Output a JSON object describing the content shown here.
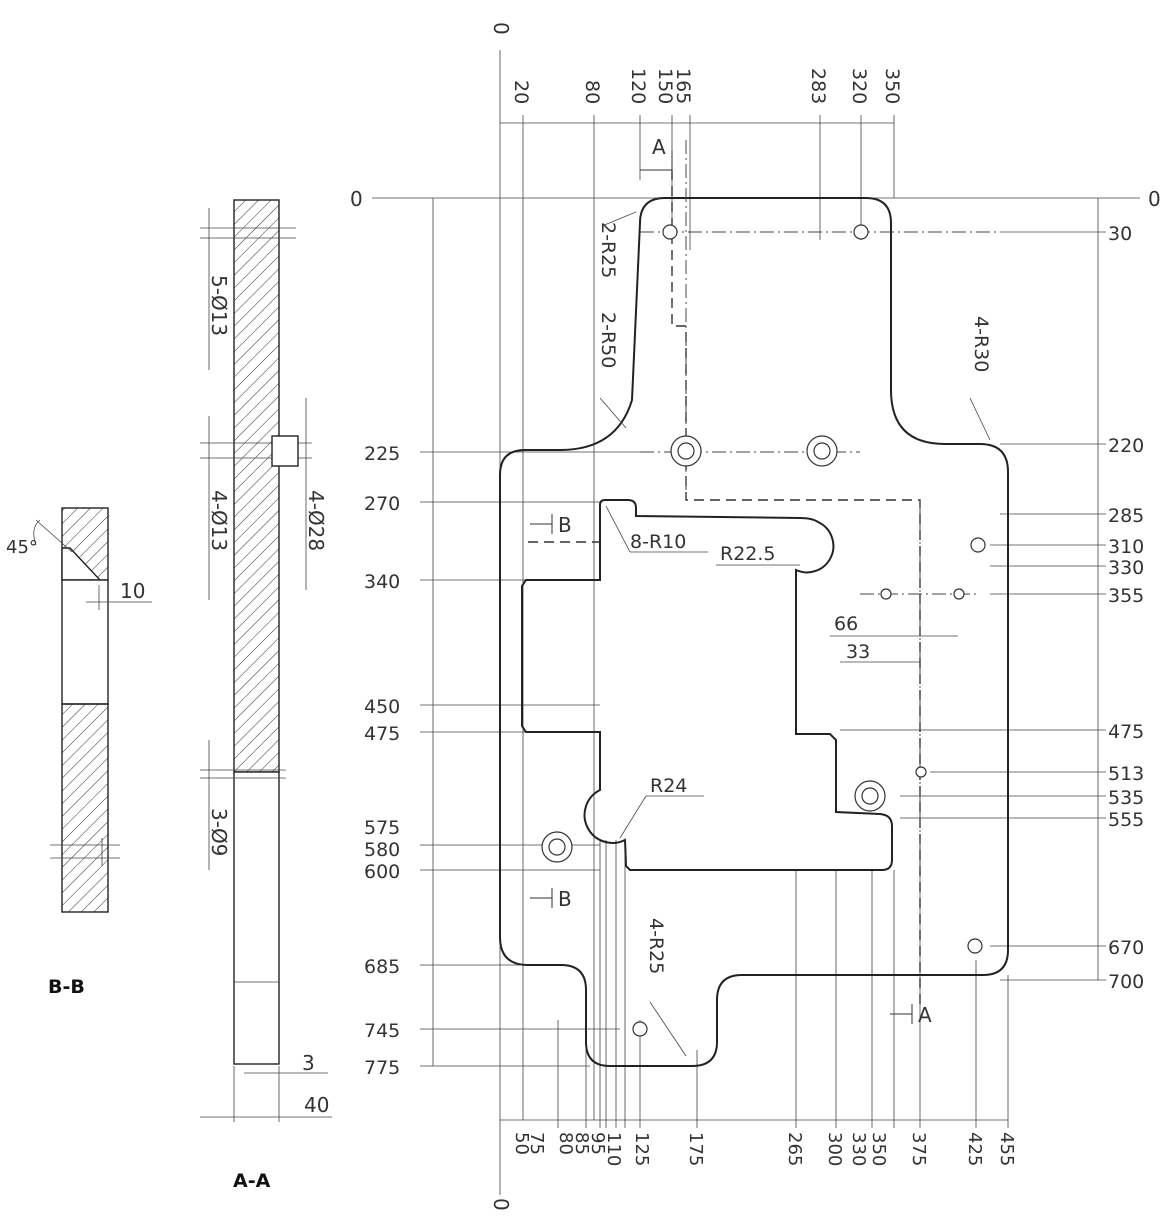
{
  "views": {
    "bb_label": "B-B",
    "aa_label": "A-A",
    "bb_angle": "45°",
    "bb_dim": "10"
  },
  "section_aa": {
    "hole_labels": [
      "5-Ø13",
      "4-Ø13",
      "3-Ø9",
      "4-Ø28"
    ],
    "dim_small": "3",
    "dim_thickness": "40"
  },
  "plan": {
    "origin_top": "0",
    "origin_left": "0",
    "origin_right": "0",
    "origin_bottom": "0",
    "top_x_labels": [
      "20",
      "80",
      "120",
      "150",
      "165",
      "283",
      "320",
      "350"
    ],
    "bottom_x_labels": [
      "50",
      "75",
      "80",
      "85",
      "95",
      "110",
      "125",
      "175",
      "265",
      "300",
      "330",
      "350",
      "375",
      "425",
      "455"
    ],
    "left_y_labels": [
      "225",
      "270",
      "340",
      "450",
      "475",
      "575",
      "580",
      "600",
      "685",
      "745",
      "775"
    ],
    "right_y_labels": [
      "30",
      "220",
      "285",
      "310",
      "330",
      "355",
      "475",
      "513",
      "535",
      "555",
      "670",
      "700"
    ],
    "callouts": {
      "radius_2r25": "2-R25",
      "radius_2r50": "2-R50",
      "radius_4r30": "4-R30",
      "radius_8r10": "8-R10",
      "radius_r22_5": "R22.5",
      "radius_r24": "R24",
      "radius_4r25": "4-R25",
      "dim_66": "66",
      "dim_33": "33"
    },
    "section_marks": {
      "a_top": "A",
      "a_bottom": "A",
      "b_top": "B",
      "b_bottom": "B"
    }
  }
}
